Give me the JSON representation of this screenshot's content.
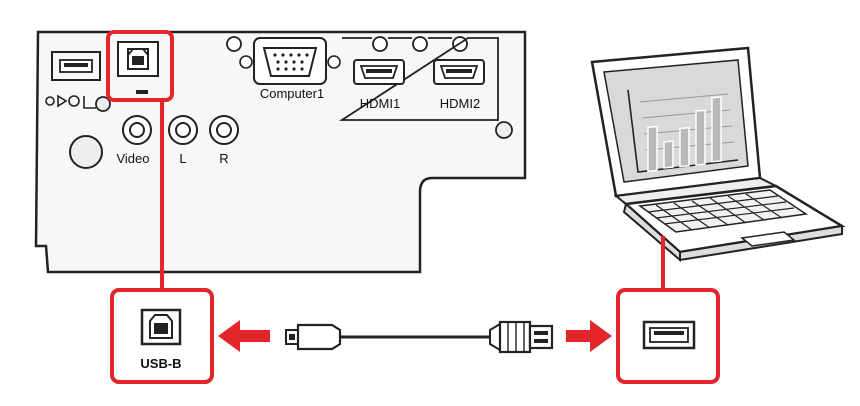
{
  "projector": {
    "ports": {
      "computer_label": "Computer1",
      "hdmi1_label": "HDMI1",
      "hdmi2_label": "HDMI2",
      "video_label": "Video",
      "audio_left_label": "L",
      "audio_right_label": "R"
    }
  },
  "callout": {
    "usb_b_label": "USB-B"
  },
  "colors": {
    "highlight": "#e4262b",
    "panel_fill": "#f7f7f7",
    "outline": "#222222",
    "screen_fill": "#d9d9d9",
    "chart_bar": "#b9b9b9"
  }
}
